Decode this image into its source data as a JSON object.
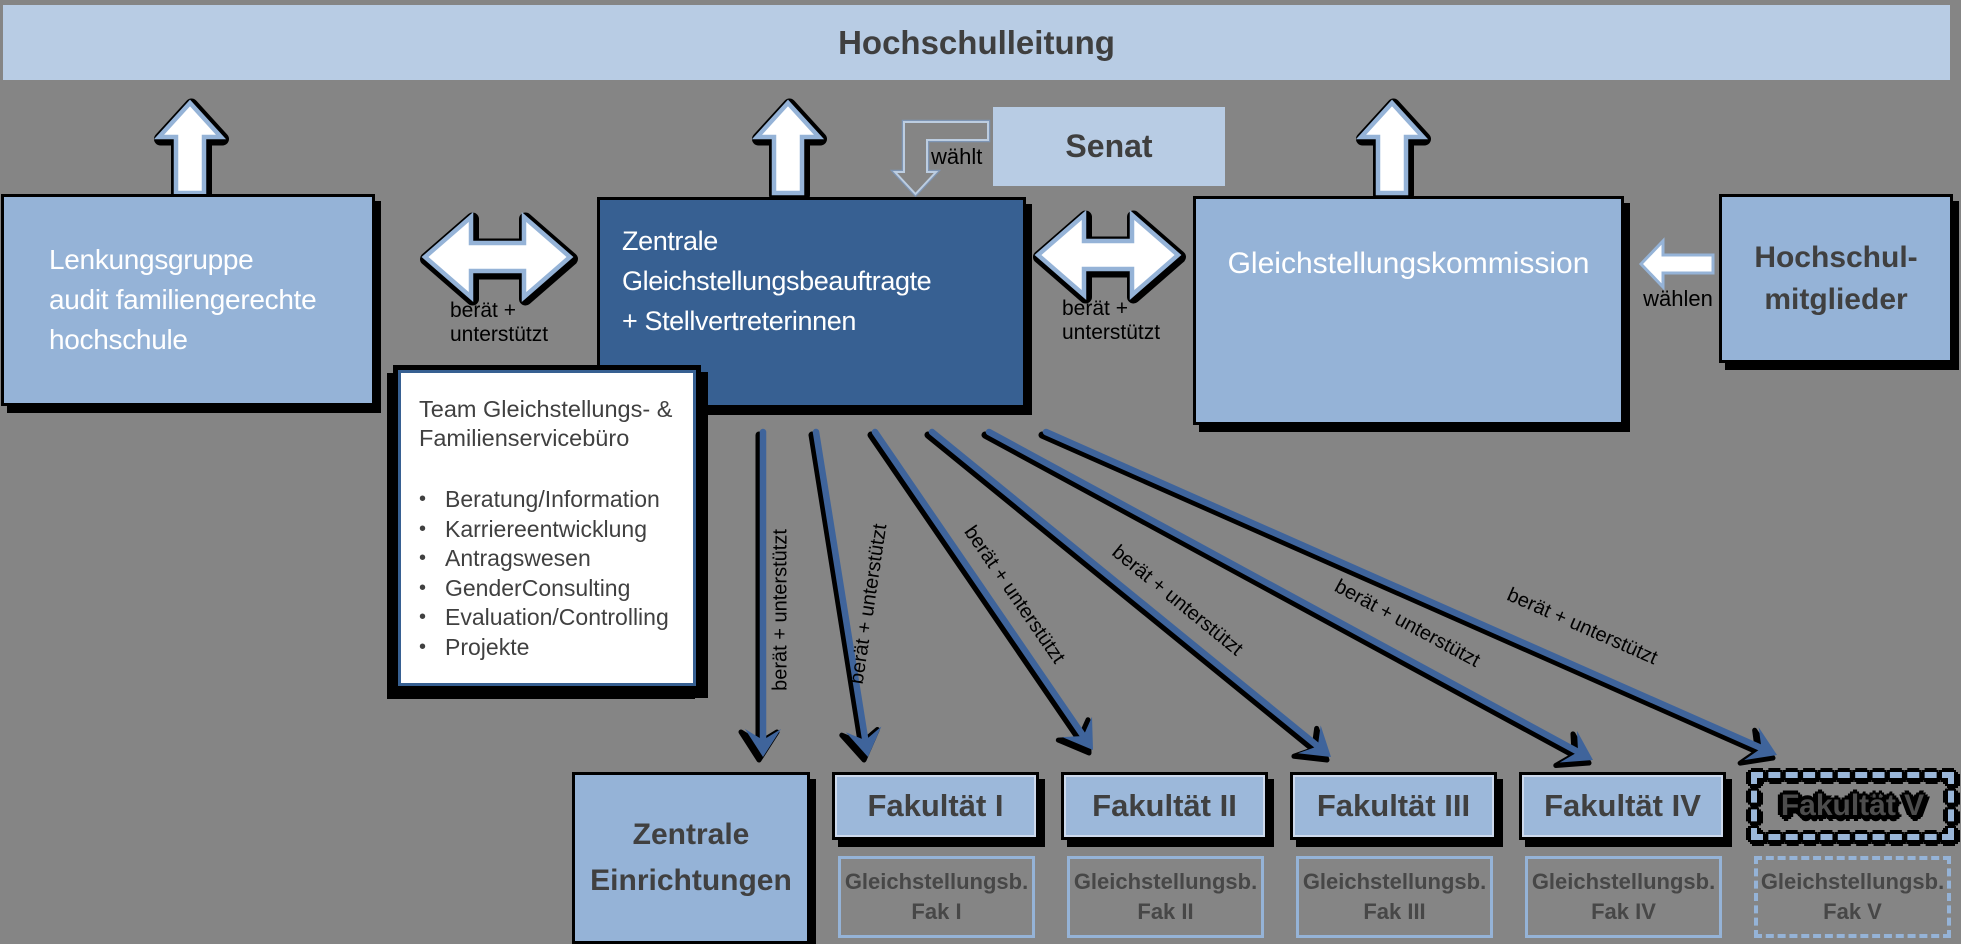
{
  "title": "Hochschulleitung",
  "colors": {
    "background": "#858585",
    "light_blue": "#b8cce4",
    "mid_blue": "#95b3d7",
    "dark_blue": "#376092",
    "faculty_blue": "#9cb8da",
    "arrow_blue": "#3f649b",
    "text_dark": "#404040",
    "text_white": "#ffffff"
  },
  "banner": {
    "label": "Hochschulleitung"
  },
  "senat": {
    "label": "Senat"
  },
  "edge_labels": {
    "waehlt": "wählt",
    "waehlen": "wählen",
    "beraet_line1": "berät +",
    "beraet_line2": "unterstützt",
    "beraet_full": "berät + unterstützt"
  },
  "boxes": {
    "lenkungsgruppe": {
      "lines": [
        "Lenkungsgruppe",
        "audit familiengerechte",
        "hochschule"
      ]
    },
    "zentrale_gleichstellungsbeauftragte": {
      "lines": [
        "Zentrale",
        "Gleichstellungsbeauftragte",
        "+ Stellvertreterinnen"
      ]
    },
    "gleichstellungskommission": {
      "label": "Gleichstellungskommission"
    },
    "hochschulmitglieder": {
      "lines": [
        "Hochschul-",
        "mitglieder"
      ]
    },
    "team": {
      "title_lines": [
        "Team Gleichstellungs- &",
        "Familienservicebüro"
      ],
      "bullet": "•",
      "items": [
        "Beratung/Information",
        "Karriereentwicklung",
        "Antragswesen",
        "GenderConsulting",
        "Evaluation/Controlling",
        "Projekte"
      ]
    },
    "zentrale_einrichtungen": {
      "lines": [
        "Zentrale",
        "Einrichtungen"
      ]
    }
  },
  "faculties": [
    {
      "label": "Fakultät I",
      "sub1": "Gleichstellungsb.",
      "sub2": "Fak I",
      "dashed": false
    },
    {
      "label": "Fakultät II",
      "sub1": "Gleichstellungsb.",
      "sub2": "Fak II",
      "dashed": false
    },
    {
      "label": "Fakultät III",
      "sub1": "Gleichstellungsb.",
      "sub2": "Fak III",
      "dashed": false
    },
    {
      "label": "Fakultät IV",
      "sub1": "Gleichstellungsb.",
      "sub2": "Fak IV",
      "dashed": false
    },
    {
      "label": "Fakultät V",
      "sub1": "Gleichstellungsb.",
      "sub2": "Fak V",
      "dashed": true
    }
  ]
}
